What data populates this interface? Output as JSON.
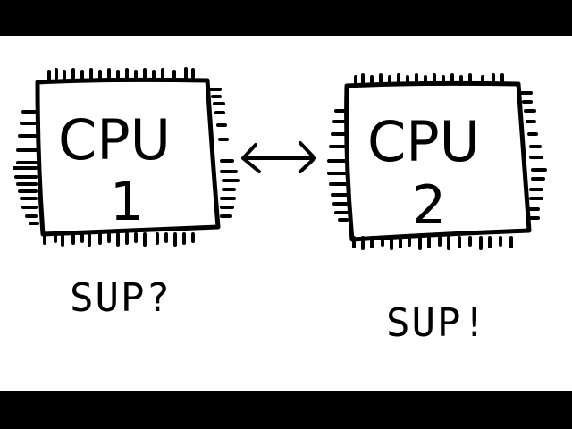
{
  "chips": [
    {
      "title": "CPU",
      "number": "1",
      "message": "SUP?"
    },
    {
      "title": "CPU",
      "number": "2",
      "message": "SUP!"
    }
  ],
  "colors": {
    "ink": "#000000",
    "paper": "#ffffff",
    "letterbox": "#000000"
  },
  "connector": {
    "icon": "double-headed-arrow-icon"
  }
}
